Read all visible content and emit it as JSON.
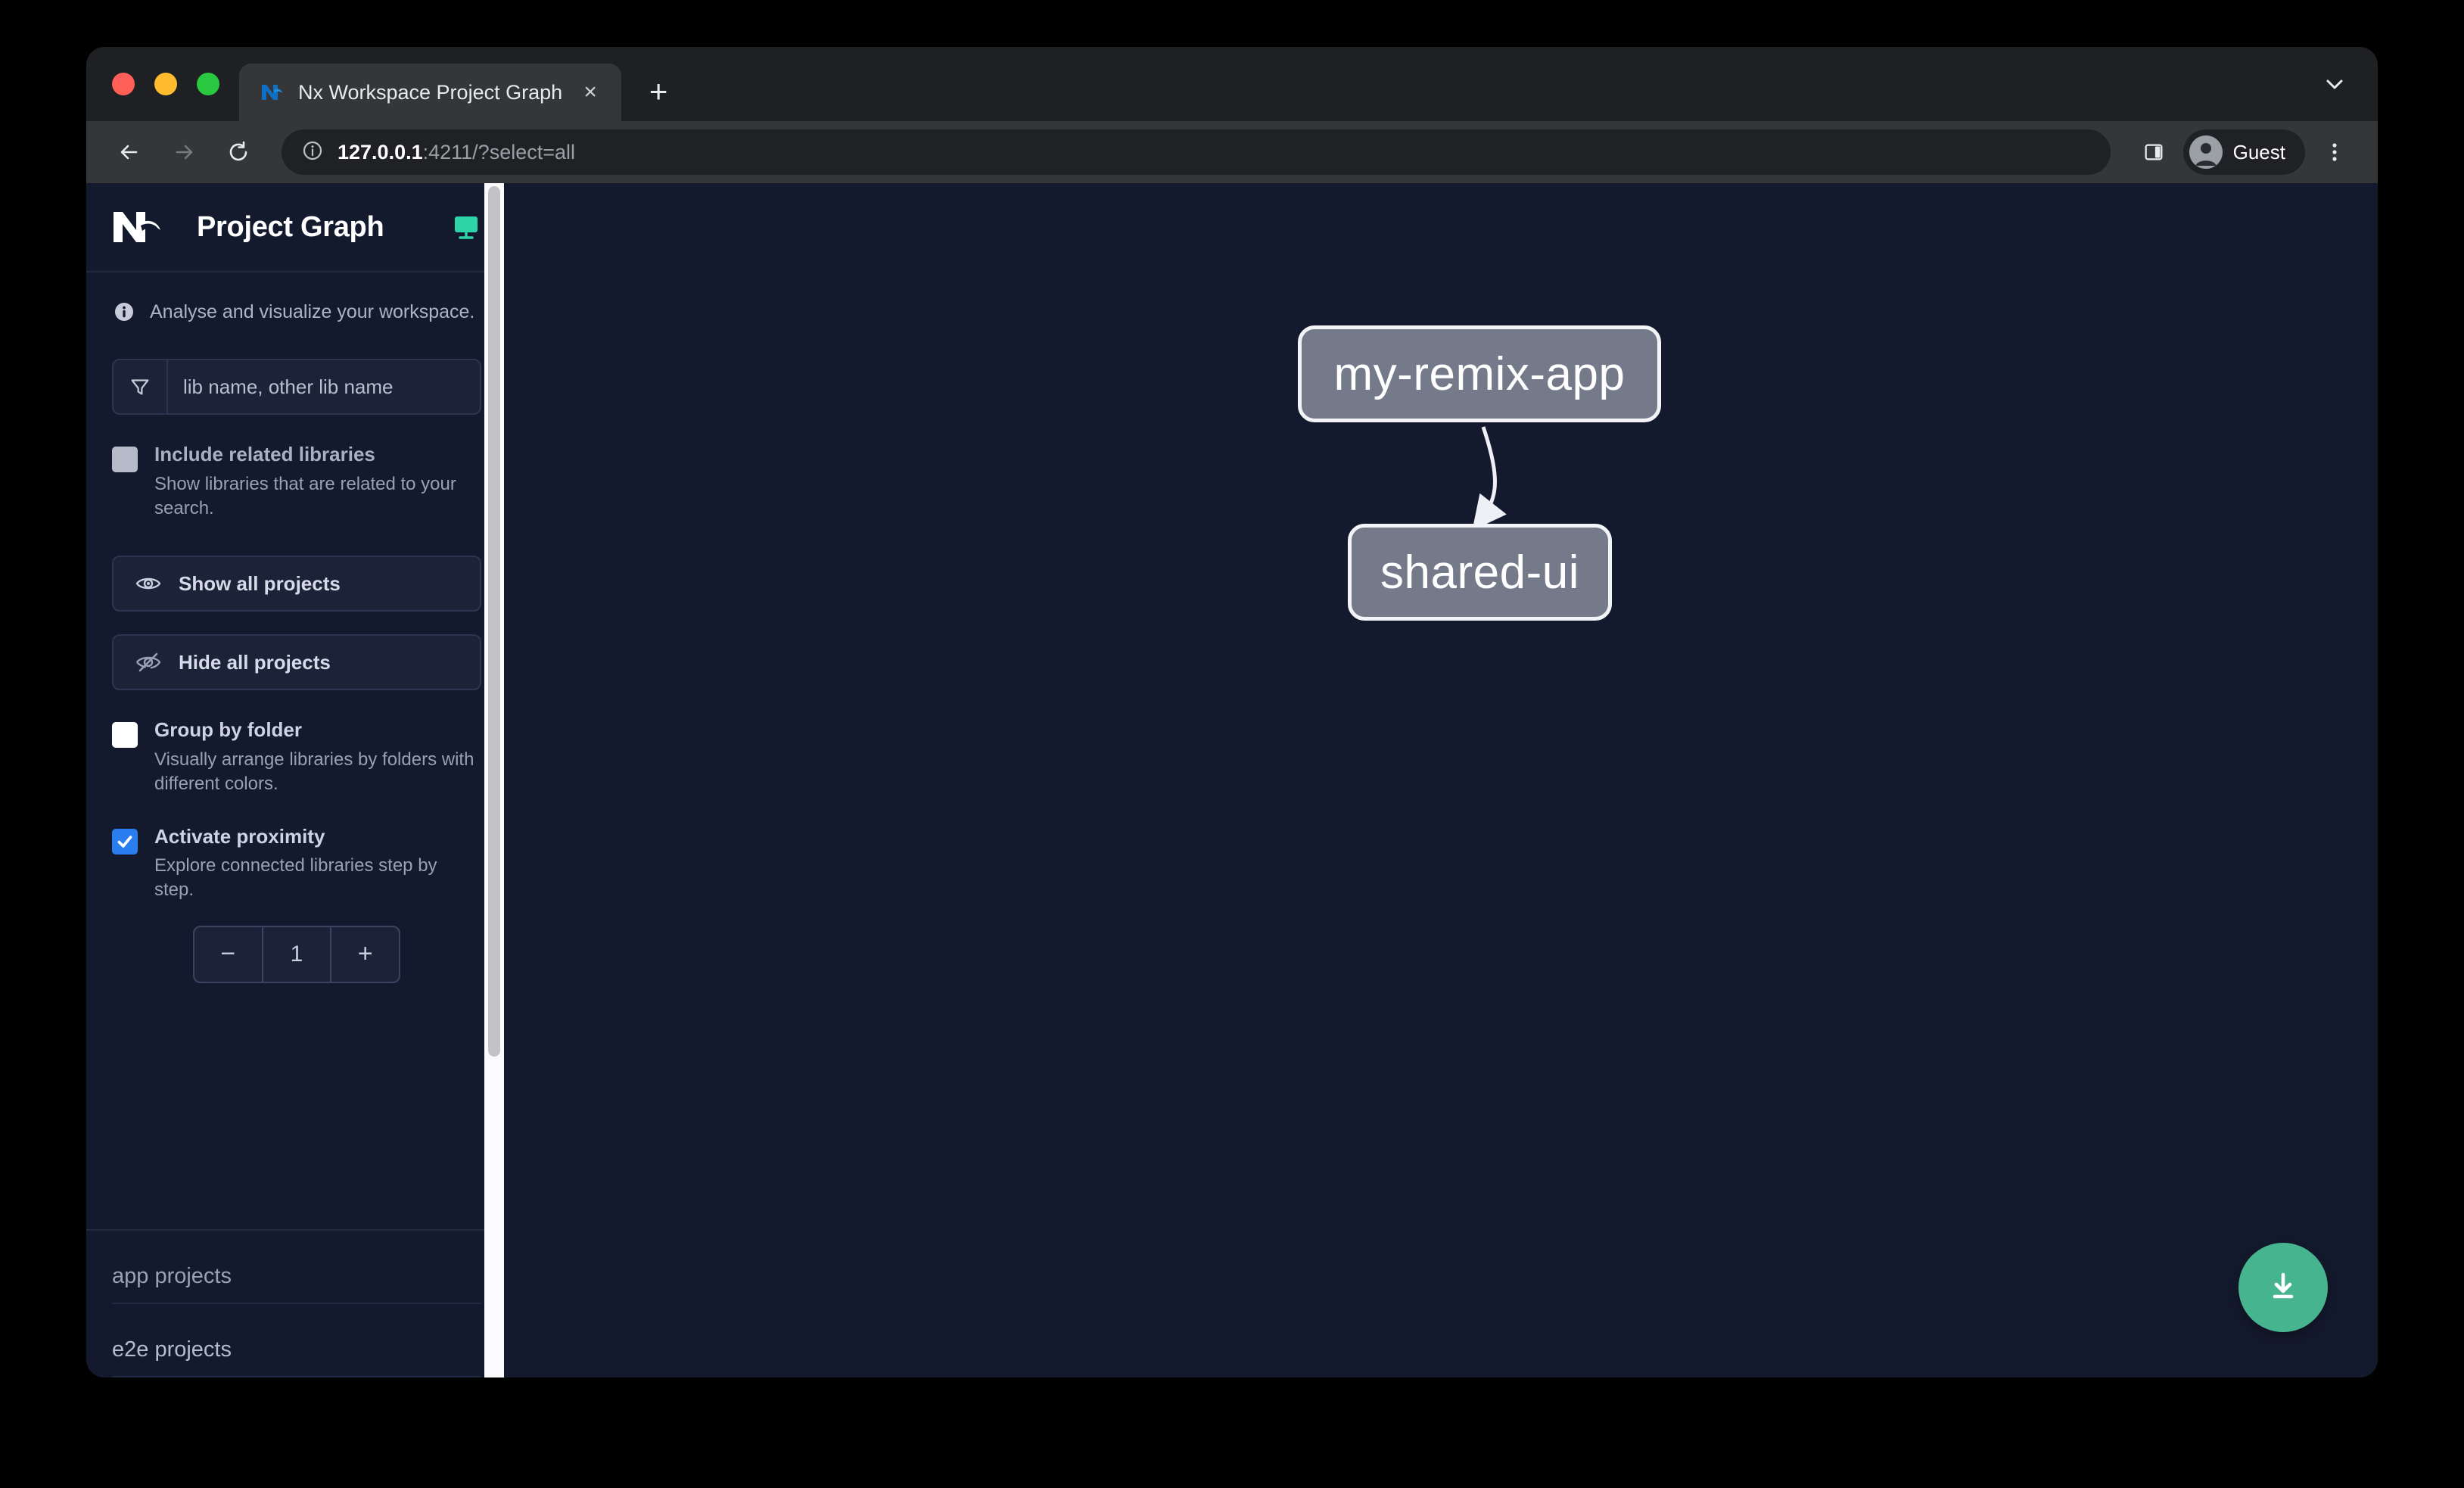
{
  "browser": {
    "tab": {
      "title": "Nx Workspace Project Graph",
      "favicon_name": "nx-favicon",
      "close_label": "×"
    },
    "new_tab_label": "+",
    "nav": {
      "back_label": "←",
      "forward_label": "→",
      "reload_label": "↻"
    },
    "omnibox": {
      "site_info_icon": "info-circle-icon",
      "url_host": "127.0.0.1",
      "url_rest": ":4211/?select=all"
    },
    "profile": {
      "name": "Guest",
      "avatar_icon": "person-avatar-icon"
    },
    "side_panel_icon": "side-panel-icon",
    "menu_icon": "three-dot-menu-icon",
    "tabstrip_chevron_icon": "chevron-down-icon"
  },
  "sidebar": {
    "logo_name": "nx-logo",
    "title": "Project Graph",
    "monitor_icon": "monitor-icon",
    "subtitle": "Analyse and visualize your workspace.",
    "info_icon": "info-icon",
    "filter": {
      "icon": "filter-funnel-icon",
      "placeholder": "lib name, other lib name",
      "value": ""
    },
    "options": [
      {
        "key": "include_related",
        "label": "Include related libraries",
        "description": "Show libraries that are related to your search.",
        "checked": false,
        "state": "disabled"
      },
      {
        "key": "group_by_folder",
        "label": "Group by folder",
        "description": "Visually arrange libraries by folders with different colors.",
        "checked": false,
        "state": "enabled"
      },
      {
        "key": "activate_proximity",
        "label": "Activate proximity",
        "description": "Explore connected libraries step by step.",
        "checked": true,
        "state": "enabled"
      }
    ],
    "buttons": [
      {
        "key": "show_all",
        "label": "Show all projects",
        "icon": "eye-icon"
      },
      {
        "key": "hide_all",
        "label": "Hide all projects",
        "icon": "eye-slash-icon"
      }
    ],
    "stepper": {
      "decrement_label": "−",
      "value": "1",
      "increment_label": "+"
    },
    "sections": [
      {
        "key": "app_projects",
        "label": "app projects"
      },
      {
        "key": "e2e_projects",
        "label": "e2e projects"
      }
    ]
  },
  "graph": {
    "nodes": [
      {
        "id": "my-remix-app",
        "label": "my-remix-app"
      },
      {
        "id": "shared-ui",
        "label": "shared-ui"
      }
    ],
    "edges": [
      {
        "from": "my-remix-app",
        "to": "shared-ui"
      }
    ],
    "download_button": {
      "icon": "download-icon",
      "color": "#47b490"
    }
  },
  "colors": {
    "page_background": "#141a2e",
    "sidebar_background": "#141a2e",
    "node_fill": "#757a8b",
    "node_border": "#f3f4f8",
    "accent_green": "#2dd4a7",
    "checkbox_checked": "#2a7ef0"
  }
}
